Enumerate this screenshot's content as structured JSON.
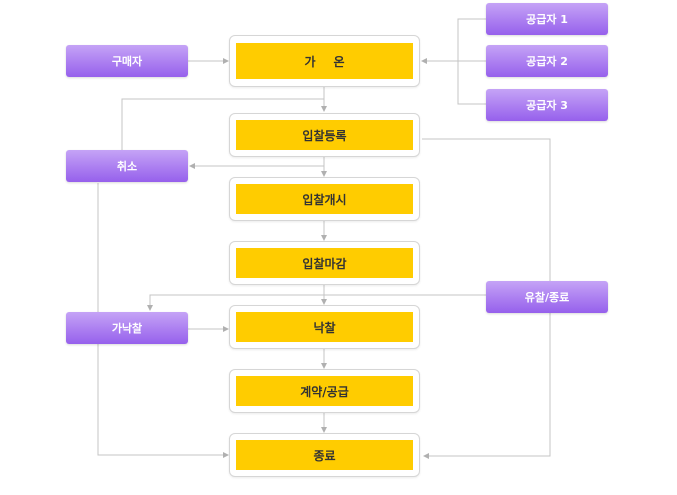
{
  "steps": {
    "gaon": "가온",
    "register": "입찰등록",
    "open": "입찰개시",
    "close": "입찰마감",
    "award": "낙찰",
    "contract": "계약/공급",
    "end": "종료"
  },
  "actors": {
    "buyer": "구매자",
    "cancel": "취소",
    "provisional": "가낙찰",
    "supplier1": "공급자 1",
    "supplier2": "공급자 2",
    "supplier3": "공급자 3",
    "failed": "유찰/종료"
  },
  "colors": {
    "step_fill": "#ffcc00",
    "actor_top": "#c5a3f6",
    "actor_bottom": "#9660ec",
    "line": "#c4c4c4"
  }
}
